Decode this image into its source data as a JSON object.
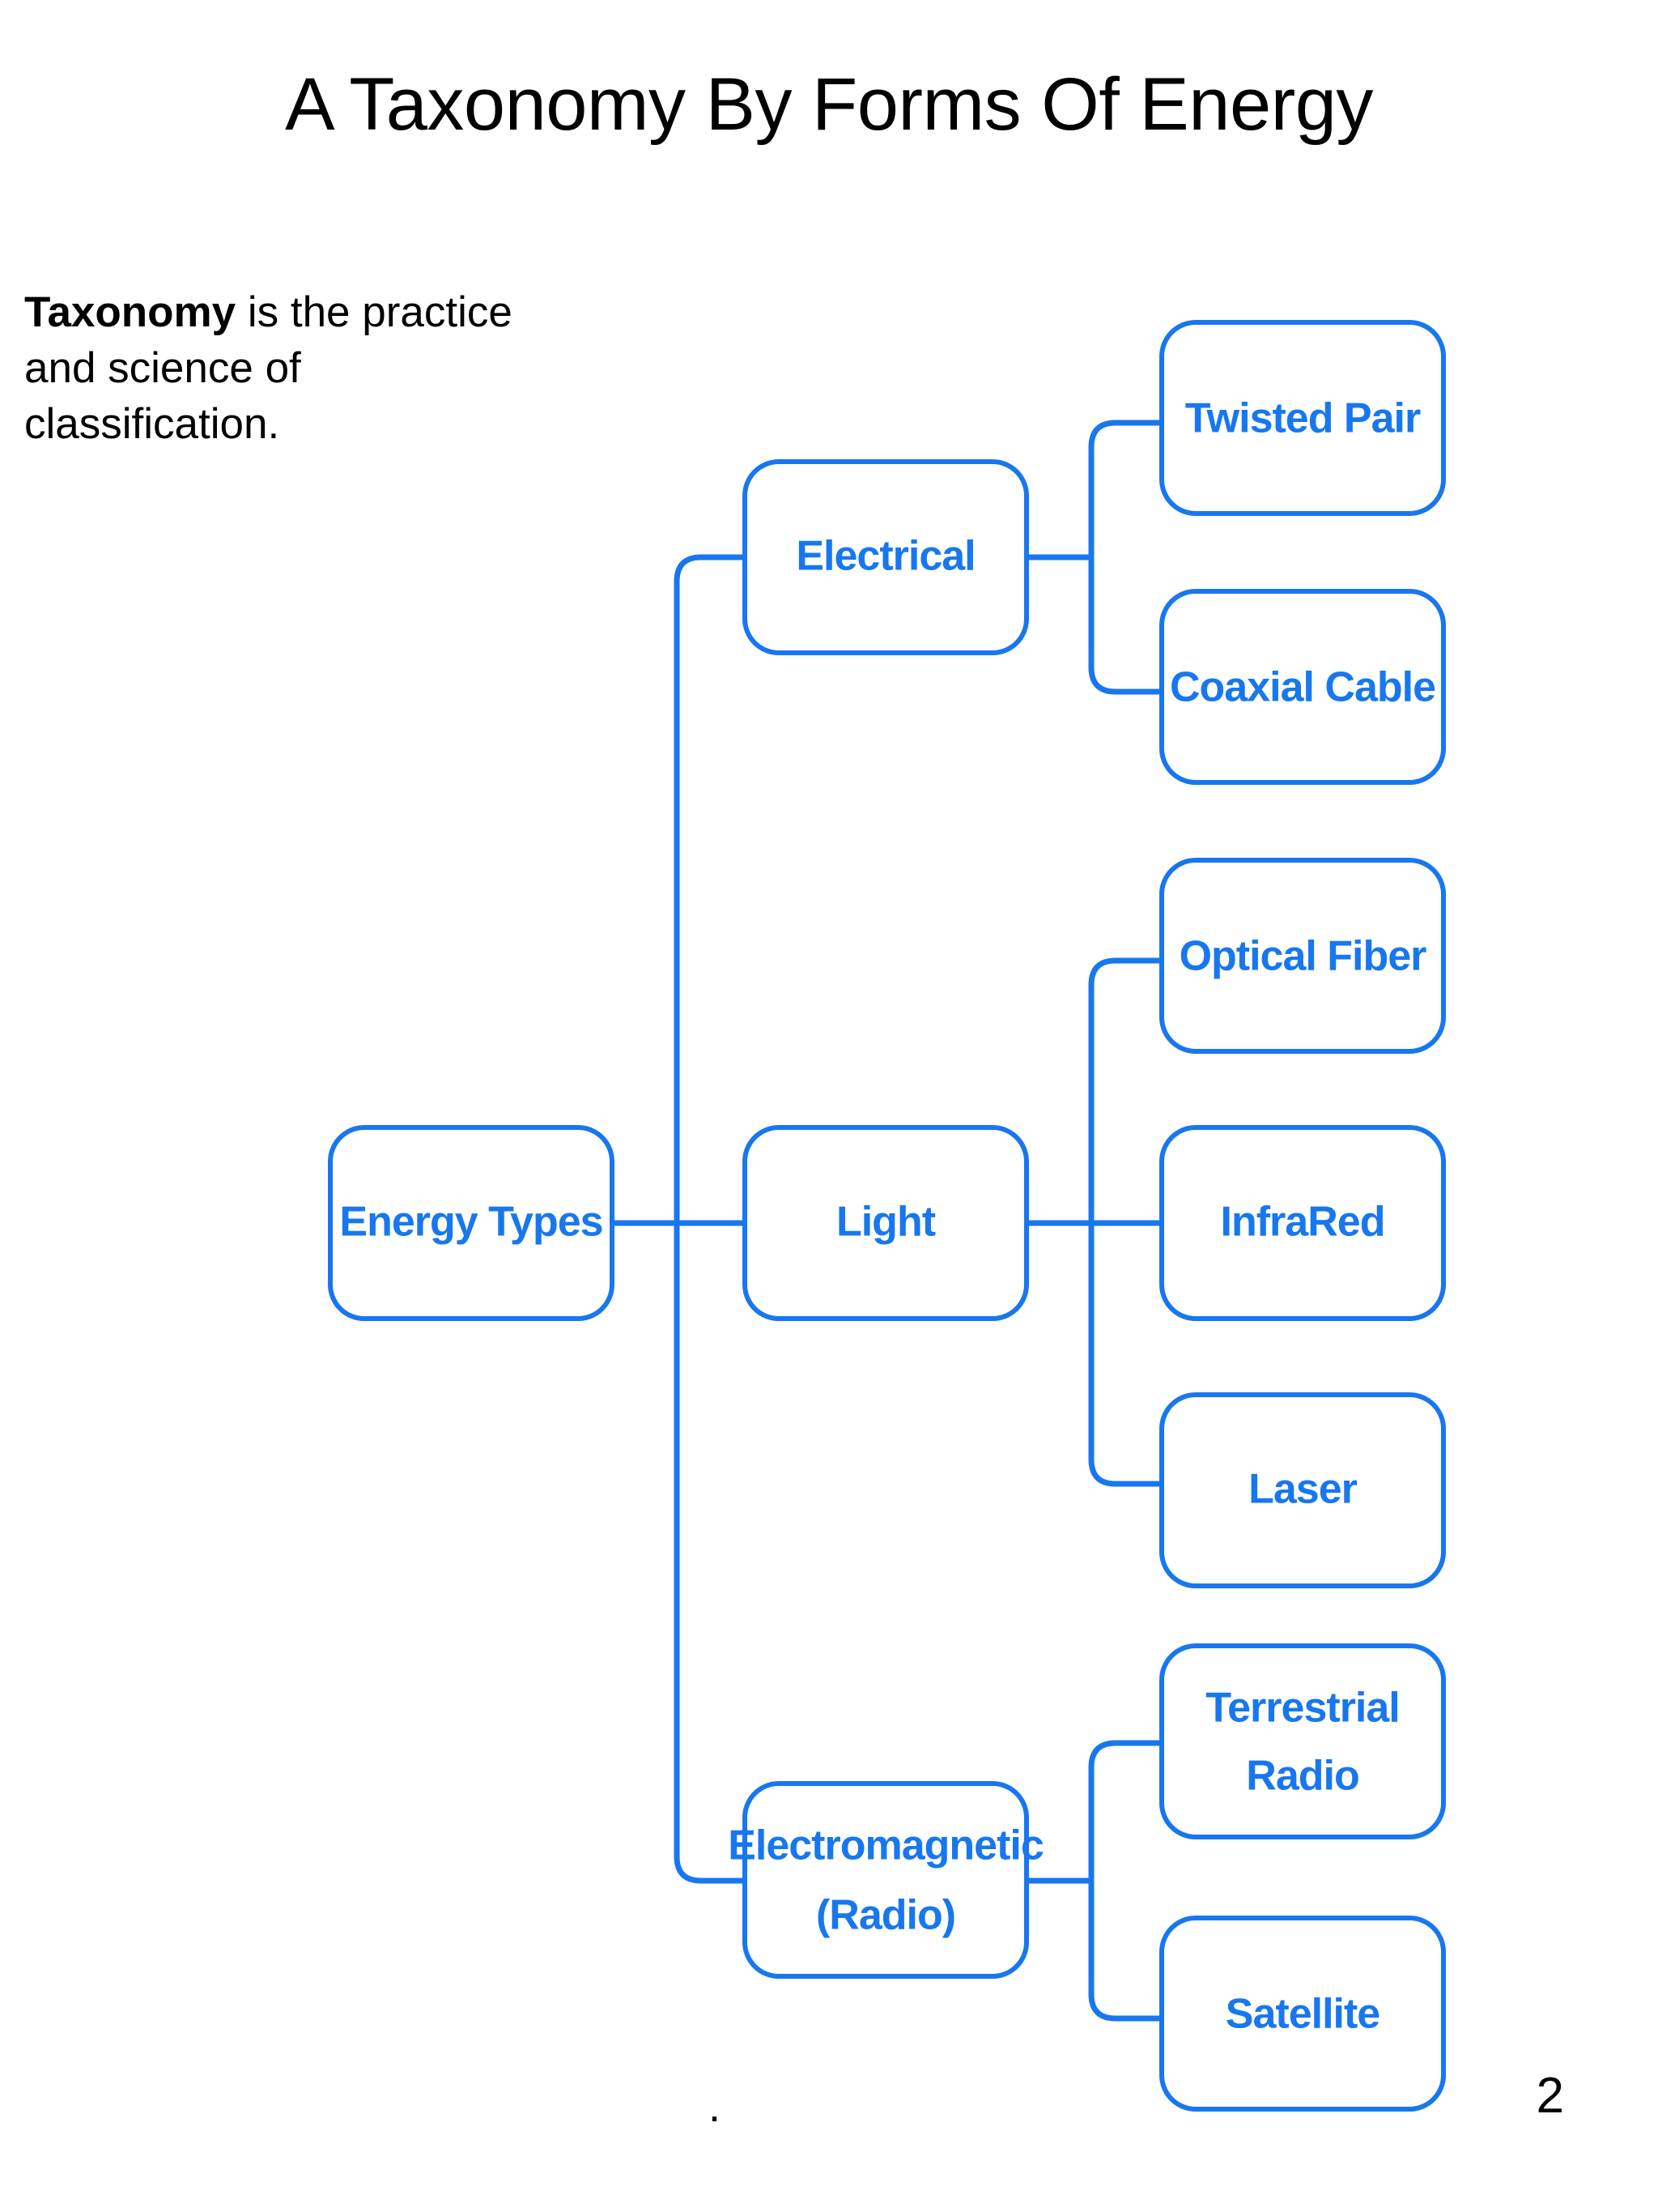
{
  "slide": {
    "title": "A Taxonomy By Forms Of Energy",
    "page_number": "2",
    "footer_dot": ".",
    "accent_color": "#1877ef",
    "text_color": "#000000",
    "background_color": "#ffffff"
  },
  "intro": {
    "lead_word": "Taxonomy",
    "rest": " is the practice and science of classification."
  },
  "diagram": {
    "root": {
      "label": "Energy Types"
    },
    "branches": [
      {
        "label": "Electrical",
        "children": [
          {
            "label": "Twisted Pair"
          },
          {
            "label": "Coaxial Cable"
          }
        ]
      },
      {
        "label": "Light",
        "children": [
          {
            "label": "Optical Fiber"
          },
          {
            "label": "InfraRed"
          },
          {
            "label": "Laser"
          }
        ]
      },
      {
        "label_line1": "Electromagnetic",
        "label_line2": "(Radio)",
        "children": [
          {
            "label_line1": "Terrestrial",
            "label_line2": "Radio"
          },
          {
            "label": "Satellite"
          }
        ]
      }
    ]
  }
}
